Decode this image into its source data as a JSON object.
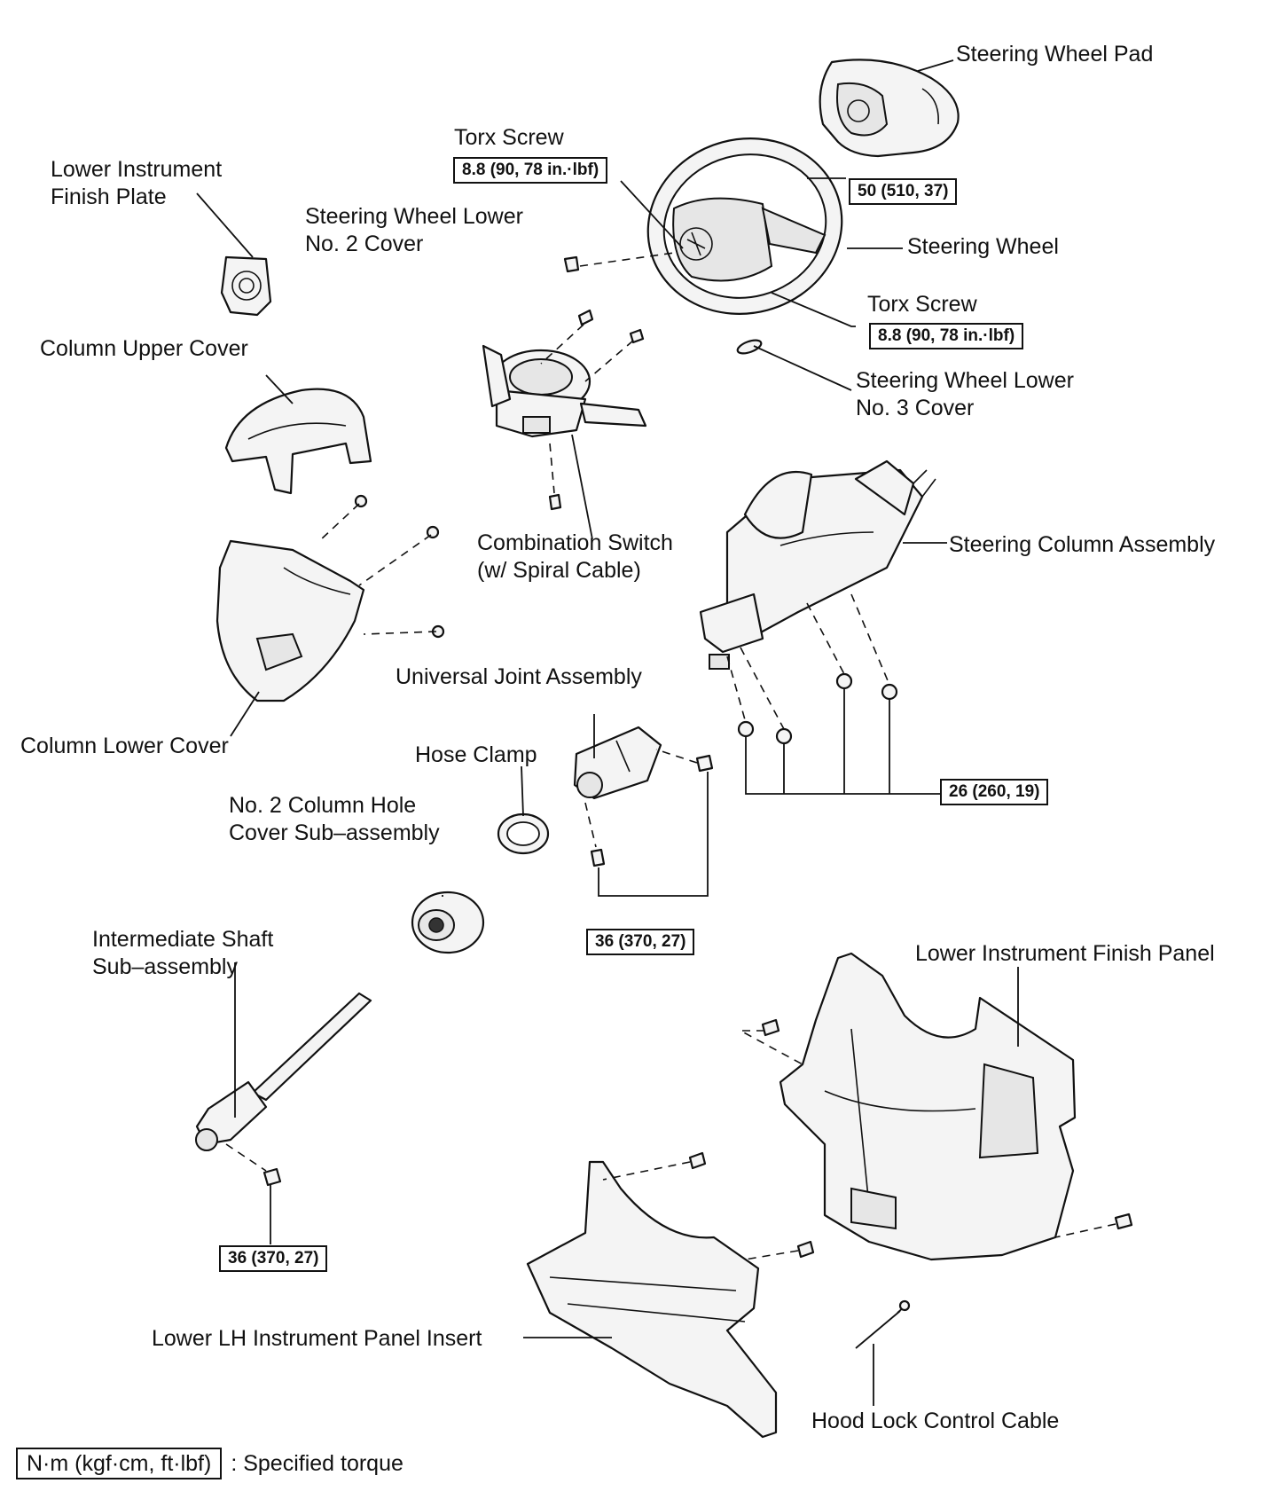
{
  "labels": {
    "steering_wheel_pad": "Steering Wheel Pad",
    "torx_screw_upper": "Torx Screw",
    "lower_instrument_finish_plate": [
      "Lower Instrument",
      "Finish Plate"
    ],
    "steering_wheel_lower_no2_cover": [
      "Steering Wheel Lower",
      "No. 2 Cover"
    ],
    "steering_wheel": "Steering Wheel",
    "torx_screw_lower": "Torx Screw",
    "column_upper_cover": "Column Upper Cover",
    "steering_wheel_lower_no3_cover": [
      "Steering Wheel Lower",
      "No. 3 Cover"
    ],
    "combination_switch": [
      "Combination Switch",
      "(w/ Spiral Cable)"
    ],
    "steering_column_assembly": "Steering Column Assembly",
    "universal_joint_assembly": "Universal Joint Assembly",
    "column_lower_cover": "Column Lower Cover",
    "hose_clamp": "Hose Clamp",
    "no2_column_hole_cover": [
      "No. 2 Column Hole",
      "Cover Sub–assembly"
    ],
    "intermediate_shaft": [
      "Intermediate Shaft",
      "Sub–assembly"
    ],
    "lower_instrument_finish_panel": "Lower Instrument Finish Panel",
    "lower_lh_instrument_panel_insert": "Lower LH Instrument Panel Insert",
    "hood_lock_control_cable": "Hood Lock Control Cable"
  },
  "torques": {
    "torx_upper": "8.8 (90, 78 in.·lbf)",
    "pad_nut": "50 (510, 37)",
    "torx_lower": "8.8 (90, 78 in.·lbf)",
    "column_nuts": "26 (260, 19)",
    "uj_bolts": "36 (370, 27)",
    "shaft_bolt": "36 (370, 27)"
  },
  "legend": {
    "unit": "N·m (kgf·cm, ft·lbf)",
    "meaning": ": Specified torque"
  }
}
